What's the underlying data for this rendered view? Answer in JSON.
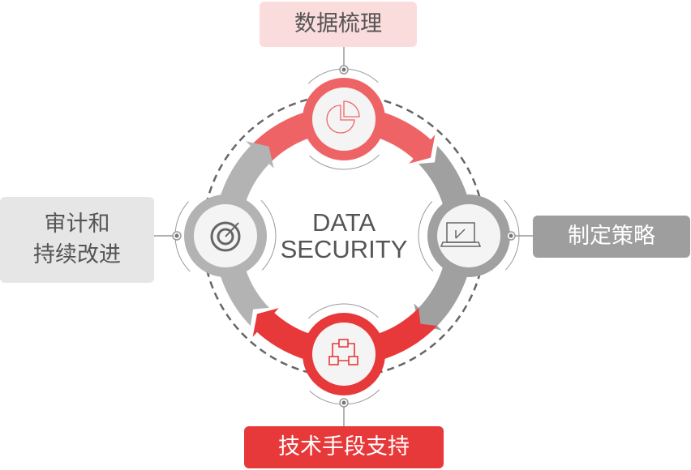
{
  "center": {
    "line1": "DATA",
    "line2": "SECURITY"
  },
  "steps": [
    {
      "id": "top",
      "label": "数据梳理",
      "icon": "pie-chart-icon",
      "color": "#ee6466"
    },
    {
      "id": "right",
      "label": "制定策略",
      "icon": "laptop-chart-icon",
      "color": "#a0a0a0"
    },
    {
      "id": "bottom",
      "label": "技术手段支持",
      "icon": "flowchart-icon",
      "color": "#e8393a"
    },
    {
      "id": "left",
      "label_line1": "审计和",
      "label_line2": "持续改进",
      "icon": "target-icon",
      "color": "#b3b3b3"
    }
  ],
  "colors": {
    "node_inner": "#f4f4f4",
    "dash": "#666666",
    "text": "#555555"
  }
}
